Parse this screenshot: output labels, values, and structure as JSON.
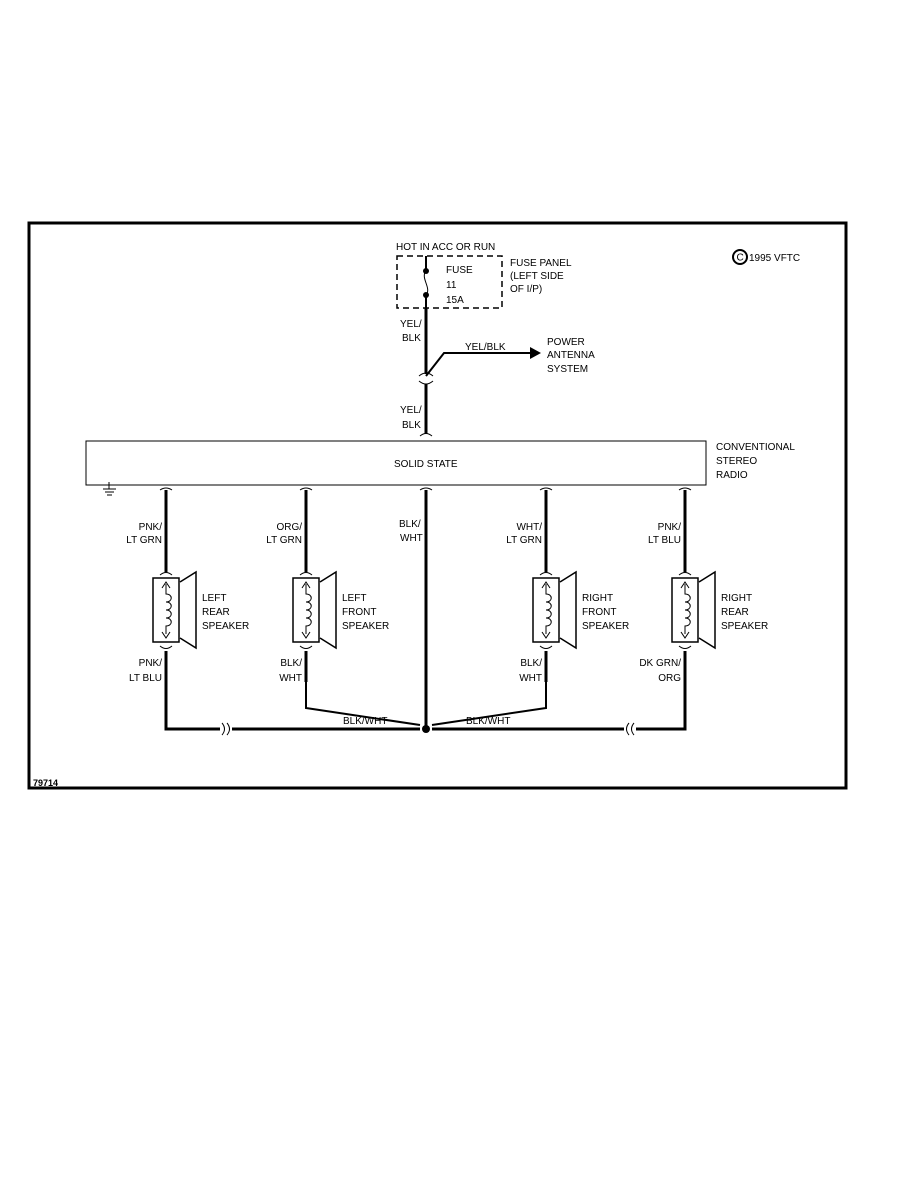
{
  "header": {
    "hot_label": "HOT IN ACC OR RUN",
    "copyright": "1995 VFTC",
    "copyright_symbol": "C",
    "figure_id": "79714"
  },
  "fuse": {
    "name": "FUSE",
    "number": "11",
    "rating": "15A",
    "panel_line1": "FUSE PANEL",
    "panel_line2": "(LEFT SIDE",
    "panel_line3": "OF I/P)"
  },
  "feed_wires": {
    "upper_line1": "YEL/",
    "upper_line2": "BLK",
    "branch": "YEL/BLK",
    "lower_line1": "YEL/",
    "lower_line2": "BLK"
  },
  "antenna": {
    "line1": "POWER",
    "line2": "ANTENNA",
    "line3": "SYSTEM"
  },
  "radio": {
    "inner_label": "SOLID STATE",
    "name_line1": "CONVENTIONAL",
    "name_line2": "STEREO",
    "name_line3": "RADIO"
  },
  "speakers": [
    {
      "name_line1": "LEFT",
      "name_line2": "REAR",
      "name_line3": "SPEAKER",
      "top_wire_line1": "PNK/",
      "top_wire_line2": "LT GRN",
      "bottom_wire_line1": "PNK/",
      "bottom_wire_line2": "LT BLU"
    },
    {
      "name_line1": "LEFT",
      "name_line2": "FRONT",
      "name_line3": "SPEAKER",
      "top_wire_line1": "ORG/",
      "top_wire_line2": "LT GRN",
      "bottom_wire_line1": "BLK/",
      "bottom_wire_line2": "WHT"
    },
    {
      "name_line1": "RIGHT",
      "name_line2": "FRONT",
      "name_line3": "SPEAKER",
      "top_wire_line1": "WHT/",
      "top_wire_line2": "LT GRN",
      "bottom_wire_line1": "BLK/",
      "bottom_wire_line2": "WHT"
    },
    {
      "name_line1": "RIGHT",
      "name_line2": "REAR",
      "name_line3": "SPEAKER",
      "top_wire_line1": "PNK/",
      "top_wire_line2": "LT BLU",
      "bottom_wire_line1": "DK GRN/",
      "bottom_wire_line2": "ORG"
    }
  ],
  "ground_wires": {
    "center_line1": "BLK/",
    "center_line2": "WHT",
    "left_bus": "BLK/WHT",
    "right_bus": "BLK/WHT"
  }
}
